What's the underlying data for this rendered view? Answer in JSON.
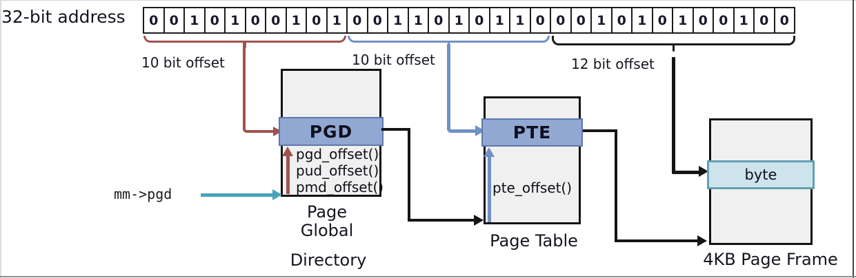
{
  "address": {
    "label": "32-bit address",
    "bits": [
      "0",
      "0",
      "1",
      "0",
      "1",
      "0",
      "0",
      "1",
      "0",
      "1",
      "0",
      "0",
      "1",
      "1",
      "0",
      "1",
      "0",
      "1",
      "1",
      "0",
      "0",
      "0",
      "1",
      "0",
      "1",
      "0",
      "1",
      "0",
      "0",
      "1",
      "0",
      "0"
    ]
  },
  "segments": [
    {
      "label": "10 bit offset",
      "bit_count": 10,
      "color": "#a0524c"
    },
    {
      "label": "10 bit offset",
      "bit_count": 10,
      "color": "#7191c4"
    },
    {
      "label": "12 bit offset",
      "bit_count": 12,
      "color": "#1a1a1a"
    }
  ],
  "pgd": {
    "band_label": "PGD",
    "functions": [
      "pgd_offset()",
      "pud_offset()",
      "pmd_offset()"
    ],
    "caption_lines": [
      "Page",
      "Global",
      "Directory"
    ],
    "pointer_label": "mm->pgd"
  },
  "pte": {
    "band_label": "PTE",
    "function_label": "pte_offset()",
    "caption": "Page Table"
  },
  "page_frame": {
    "band_label": "byte",
    "caption": "4KB Page Frame"
  },
  "colors": {
    "segment_red": "#a0524c",
    "segment_blue": "#7191c4",
    "segment_black": "#1a1a1a",
    "teal_arrow": "#49a2ba",
    "band_fill": "#91a8d3",
    "band_border": "#5f77ac",
    "byte_fill": "#cde4ec",
    "byte_border": "#63a0b5",
    "box_fill": "#f0f0f0",
    "box_border": "#111111"
  }
}
